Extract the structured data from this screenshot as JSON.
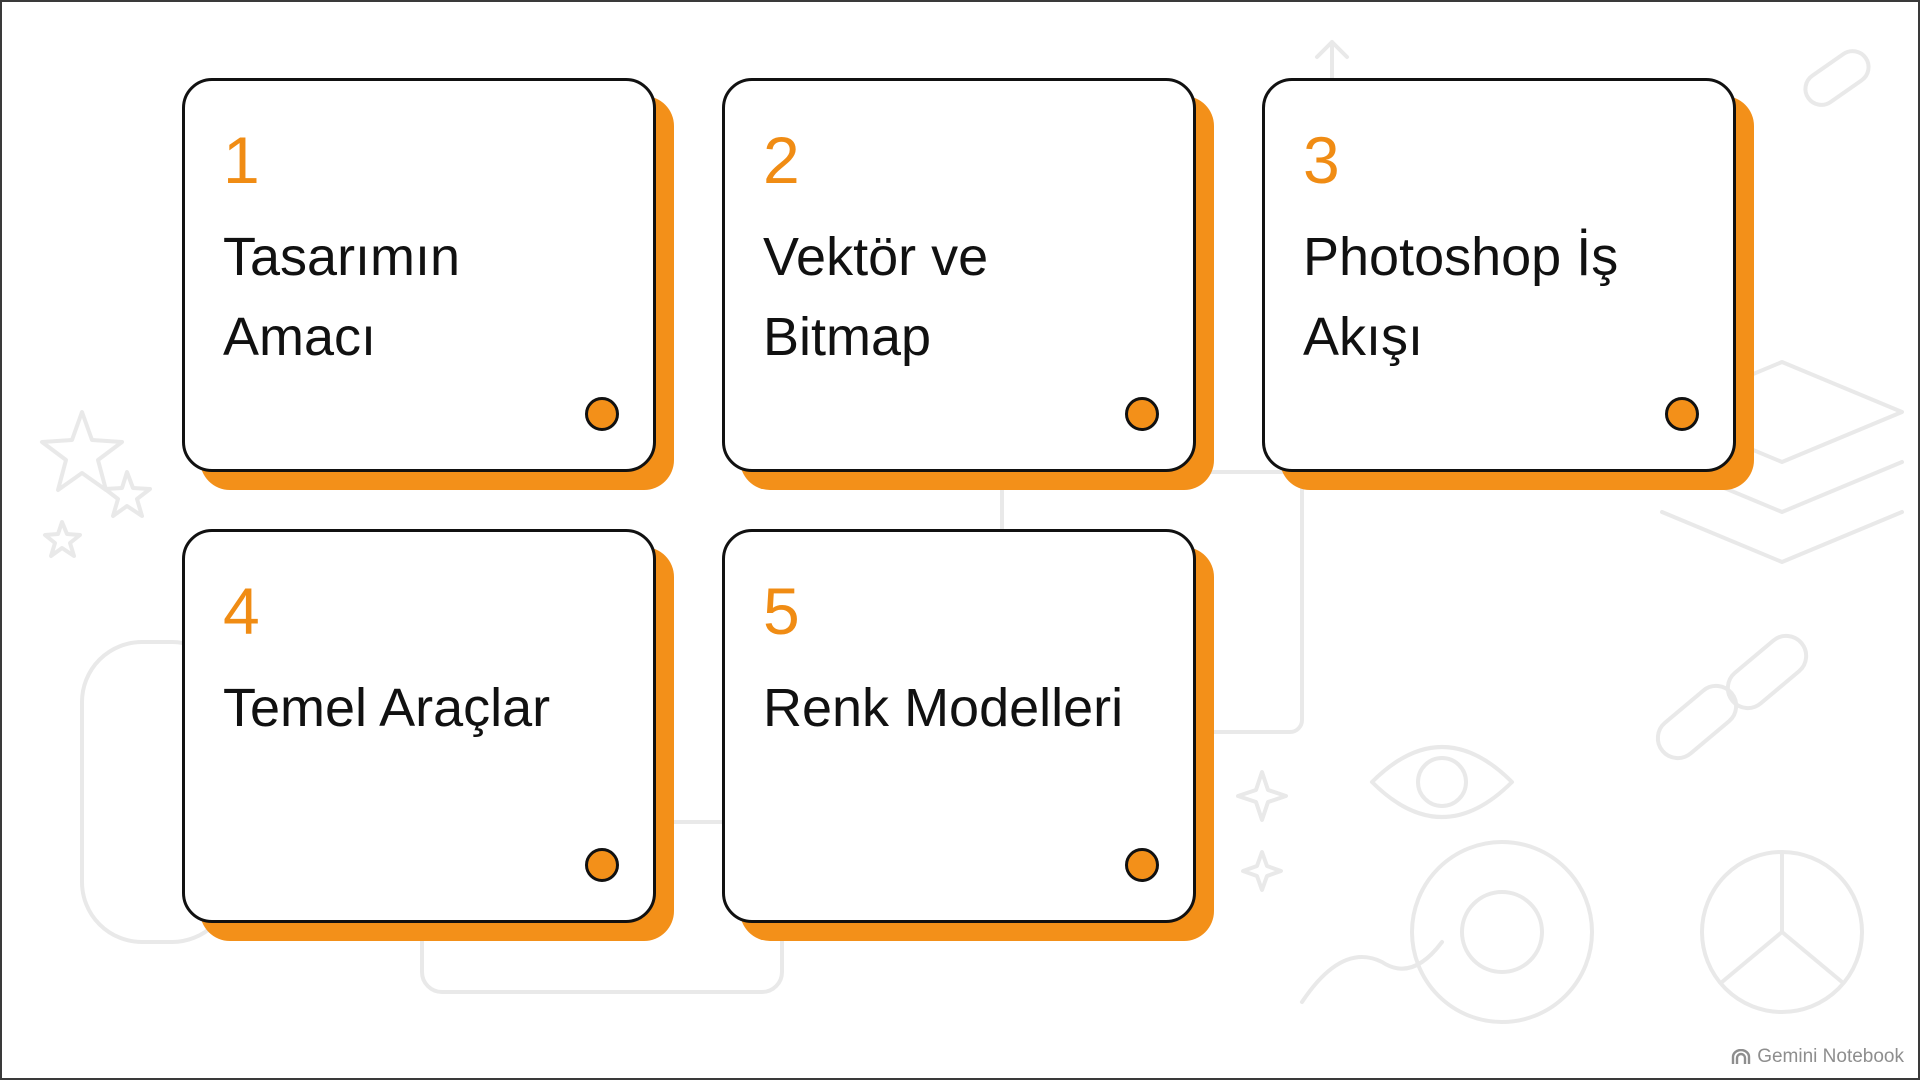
{
  "cards": [
    {
      "number": "1",
      "title": "Tasarımın Amacı"
    },
    {
      "number": "2",
      "title": "Vektör ve Bitmap"
    },
    {
      "number": "3",
      "title": "Photoshop İş Akışı"
    },
    {
      "number": "4",
      "title": "Temel Araçlar"
    },
    {
      "number": "5",
      "title": "Renk Modelleri"
    }
  ],
  "brand": {
    "label": "Gemini Notebook",
    "icon": "gemini-notebook-icon"
  },
  "colors": {
    "accent": "#f39019",
    "number": "#f08c14",
    "border": "#111111",
    "background": "#ffffff"
  }
}
